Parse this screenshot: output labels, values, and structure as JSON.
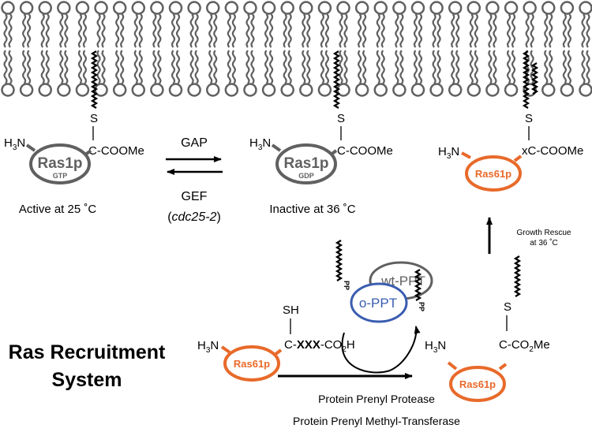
{
  "colors": {
    "gray": "#606060",
    "orange": "#e86a2a",
    "blue": "#3a5db0",
    "black": "#000000"
  },
  "membrane": {
    "head_count": 32
  },
  "panel1": {
    "n_terminus": "H",
    "n_sub": "3",
    "n_suffix": "N",
    "protein": "Ras1p",
    "nucleotide": "GTP",
    "sulfur": "S",
    "c_terminus": "C-COOMe",
    "caption": "Active at 25 ˚C"
  },
  "panel2": {
    "n_terminus": "H",
    "n_sub": "3",
    "n_suffix": "N",
    "protein": "Ras1p",
    "nucleotide": "GDP",
    "sulfur": "S",
    "c_terminus": "C-COOMe",
    "caption": "Inactive at 36 ˚C"
  },
  "panel3": {
    "n_terminus": "H",
    "n_sub": "3",
    "n_suffix": "N",
    "protein": "Ras61p",
    "sulfur": "S",
    "c_terminus": "xC-COOMe"
  },
  "equilibrium": {
    "forward": "GAP",
    "reverse": "GEF",
    "mutant": "cdc25-2"
  },
  "rescue": {
    "line1": "Growth Rescue",
    "line2": "at 36 ˚C"
  },
  "system_title": {
    "line1": "Ras Recruitment",
    "line2": "System"
  },
  "substrate": {
    "n_terminus": "H",
    "n_sub": "3",
    "n_suffix": "N",
    "protein": "Ras61p",
    "thiol": "SH",
    "motif_prefix": "C-",
    "motif": "XXX",
    "motif_suffix": "-CO",
    "sub2": "2",
    "h": "H"
  },
  "enzymes": {
    "wt": "wt-PPT",
    "ortho": "o-PPT",
    "pp": "PP"
  },
  "product": {
    "n_terminus": "H",
    "n_sub": "3",
    "n_suffix": "N",
    "protein": "Ras61p",
    "sulfur": "S",
    "c_prefix": "C-CO",
    "c_sub": "2",
    "c_suffix": "Me"
  },
  "reaction": {
    "line1": "Protein Prenyl Protease",
    "line2": "Protein Prenyl Methyl-Transferase"
  }
}
